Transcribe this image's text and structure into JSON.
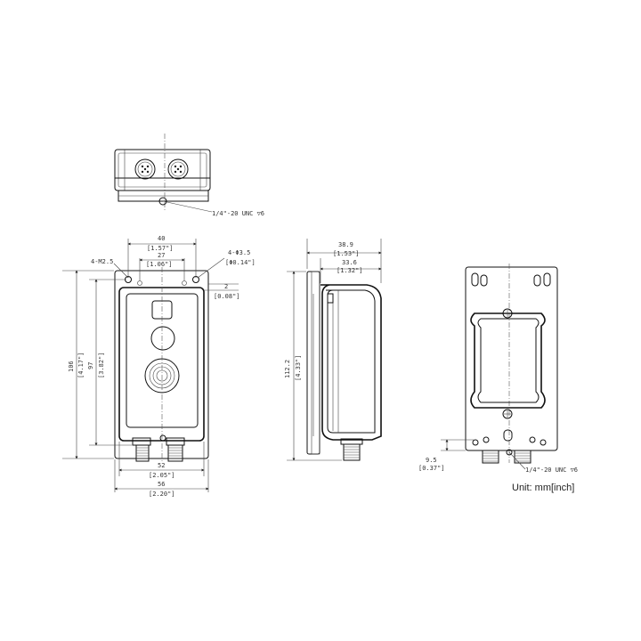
{
  "top_view": {
    "thread_note": "1/4\"-20 UNC ▽6"
  },
  "front_view": {
    "width_40": "40",
    "width_40_in": "[1.57\"]",
    "width_27": "27",
    "width_27_in": "[1.06\"]",
    "hole_m25": "4-M2.5",
    "hole_35": "4-Φ3.5",
    "hole_35_in": "[Φ0.14\"]",
    "offset_2": "2",
    "offset_2_in": "[0.08\"]",
    "height_106": "106",
    "height_106_in": "[4.17\"]",
    "height_97": "97",
    "height_97_in": "[3.82\"]",
    "width_52": "52",
    "width_52_in": "[2.05\"]",
    "width_56": "56",
    "width_56_in": "[2.20\"]"
  },
  "side_view": {
    "depth_389": "38.9",
    "depth_389_in": "[1.53\"]",
    "depth_336": "33.6",
    "depth_336_in": "[1.32\"]",
    "height_112": "112.2",
    "height_112_in": "[4.33\"]"
  },
  "rear_view": {
    "offset_95": "9.5",
    "offset_95_in": "[0.37\"]",
    "thread_note": "1/4\"-20 UNC ▽6"
  },
  "unit_label": "Unit: mm[inch]"
}
